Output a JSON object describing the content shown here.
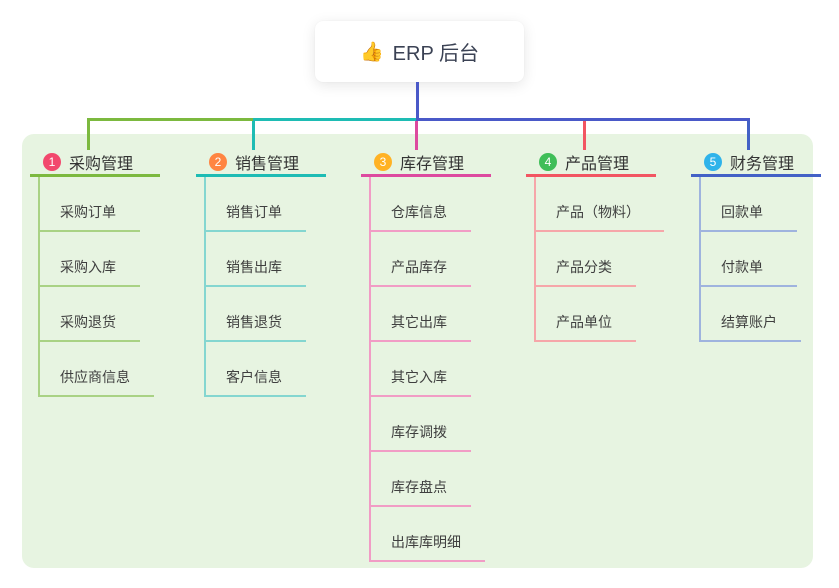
{
  "root": {
    "icon": "thumbs-up",
    "icon_glyph": "👍",
    "title": "ERP 后台"
  },
  "colors": {
    "panel_bg": "#e7f4e1",
    "trunk": "#4a59c8"
  },
  "branches": [
    {
      "num": "1",
      "label": "采购管理",
      "badge_color": "#f2486d",
      "main_color": "#7cb93f",
      "light_color": "#a9d284",
      "children": [
        "采购订单",
        "采购入库",
        "采购退货",
        "供应商信息"
      ]
    },
    {
      "num": "2",
      "label": "销售管理",
      "badge_color": "#ff8542",
      "main_color": "#1ebcb4",
      "light_color": "#84d6d0",
      "children": [
        "销售订单",
        "销售出库",
        "销售退货",
        "客户信息"
      ]
    },
    {
      "num": "3",
      "label": "库存管理",
      "badge_color": "#ffb224",
      "main_color": "#dd4a9f",
      "light_color": "#f19cc5",
      "children": [
        "仓库信息",
        "产品库存",
        "其它出库",
        "其它入库",
        "库存调拨",
        "库存盘点",
        "出库库明细"
      ]
    },
    {
      "num": "4",
      "label": "产品管理",
      "badge_color": "#3fbe58",
      "main_color": "#f25562",
      "light_color": "#f6a6a9",
      "children": [
        "产品（物料）",
        "产品分类",
        "产品单位"
      ]
    },
    {
      "num": "5",
      "label": "财务管理",
      "badge_color": "#2fb3ea",
      "main_color": "#4361c6",
      "light_color": "#9fb3de",
      "children": [
        "回款单",
        "付款单",
        "结算账户"
      ]
    }
  ]
}
